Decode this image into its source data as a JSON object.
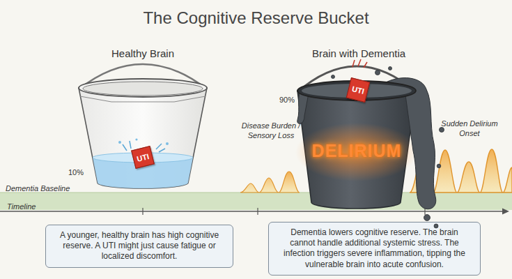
{
  "diagram": {
    "title": "The Cognitive Reserve Bucket",
    "nodes": [
      {
        "text": [
          "Healthy Brain"
        ]
      },
      {
        "text": [
          "UTI"
        ],
        "in": 0
      },
      {
        "text": [
          "Brain with Dementia",
          "DELIRIUM"
        ]
      },
      {
        "text": [
          "UTI"
        ],
        "in": 2
      },
      {
        "text": [
          "A younger, healthy brain has high cognitive reserve. A UTI might just cause fatigue or localized discomfort."
        ]
      },
      {
        "text": [
          "Dementia lowers cognitive reserve. The brain cannot handle additional systemic stress. The infection triggers severe inflammation, tipping the vulnerable brain into acute confusion."
        ]
      }
    ],
    "labels": [
      "10%",
      "90%",
      "Disease Burden / Sensory Loss",
      "Sudden Delirium Onset",
      "Dementia Baseline",
      "Timeline"
    ]
  }
}
